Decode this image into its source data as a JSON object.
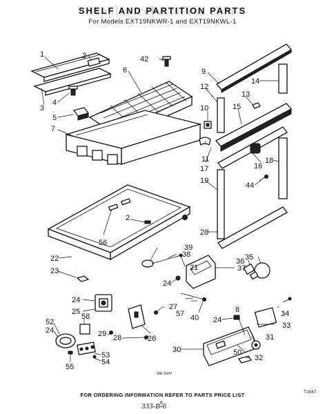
{
  "header": {
    "watermark": "AppliancePartsPros.com",
    "title": "SHELF AND PARTITION PARTS",
    "subtitle": "For Models EXT19NKWR-1 and EXT19NKWL-1"
  },
  "callouts": [
    {
      "id": "c1",
      "label": "1"
    },
    {
      "id": "c2a",
      "label": "2"
    },
    {
      "id": "c2b",
      "label": "2"
    },
    {
      "id": "c3",
      "label": "3"
    },
    {
      "id": "c4",
      "label": "4"
    },
    {
      "id": "c5",
      "label": "5"
    },
    {
      "id": "c6",
      "label": "6"
    },
    {
      "id": "c7",
      "label": "7"
    },
    {
      "id": "c8",
      "label": "8"
    },
    {
      "id": "c9",
      "label": "9"
    },
    {
      "id": "c10",
      "label": "10"
    },
    {
      "id": "c11",
      "label": "11"
    },
    {
      "id": "c12",
      "label": "12"
    },
    {
      "id": "c13",
      "label": "13"
    },
    {
      "id": "c14",
      "label": "14"
    },
    {
      "id": "c15",
      "label": "15"
    },
    {
      "id": "c16",
      "label": "16"
    },
    {
      "id": "c17",
      "label": "17"
    },
    {
      "id": "c18",
      "label": "18"
    },
    {
      "id": "c19",
      "label": "19"
    },
    {
      "id": "c20",
      "label": "20"
    },
    {
      "id": "c21",
      "label": "21"
    },
    {
      "id": "c22",
      "label": "22"
    },
    {
      "id": "c23",
      "label": "23"
    },
    {
      "id": "c24a",
      "label": "24"
    },
    {
      "id": "c24b",
      "label": "24"
    },
    {
      "id": "c24c",
      "label": "24"
    },
    {
      "id": "c24d",
      "label": "24"
    },
    {
      "id": "c25",
      "label": "25"
    },
    {
      "id": "c26",
      "label": "26"
    },
    {
      "id": "c27",
      "label": "27"
    },
    {
      "id": "c28",
      "label": "28"
    },
    {
      "id": "c29",
      "label": "29"
    },
    {
      "id": "c30",
      "label": "30"
    },
    {
      "id": "c31",
      "label": "31"
    },
    {
      "id": "c32",
      "label": "32"
    },
    {
      "id": "c33",
      "label": "33"
    },
    {
      "id": "c34",
      "label": "34"
    },
    {
      "id": "c35",
      "label": "35"
    },
    {
      "id": "c36",
      "label": "36"
    },
    {
      "id": "c37",
      "label": "37"
    },
    {
      "id": "c38",
      "label": "38"
    },
    {
      "id": "c39",
      "label": "39"
    },
    {
      "id": "c40",
      "label": "40"
    },
    {
      "id": "c42",
      "label": "42"
    },
    {
      "id": "c44",
      "label": "44"
    },
    {
      "id": "c50",
      "label": "50"
    },
    {
      "id": "c52",
      "label": "52"
    },
    {
      "id": "c53",
      "label": "53"
    },
    {
      "id": "c54",
      "label": "54"
    },
    {
      "id": "c55",
      "label": "55"
    },
    {
      "id": "c56",
      "label": "56"
    },
    {
      "id": "c57",
      "label": "57"
    },
    {
      "id": "c58",
      "label": "58"
    }
  ],
  "footer": {
    "drawing_ref": "RE 1547",
    "note": "FOR ORDERING INFORMATION REFER TO PARTS PRICE LIST",
    "page": "6",
    "doc_code": "333-B-6",
    "fig_code": "T1547"
  }
}
